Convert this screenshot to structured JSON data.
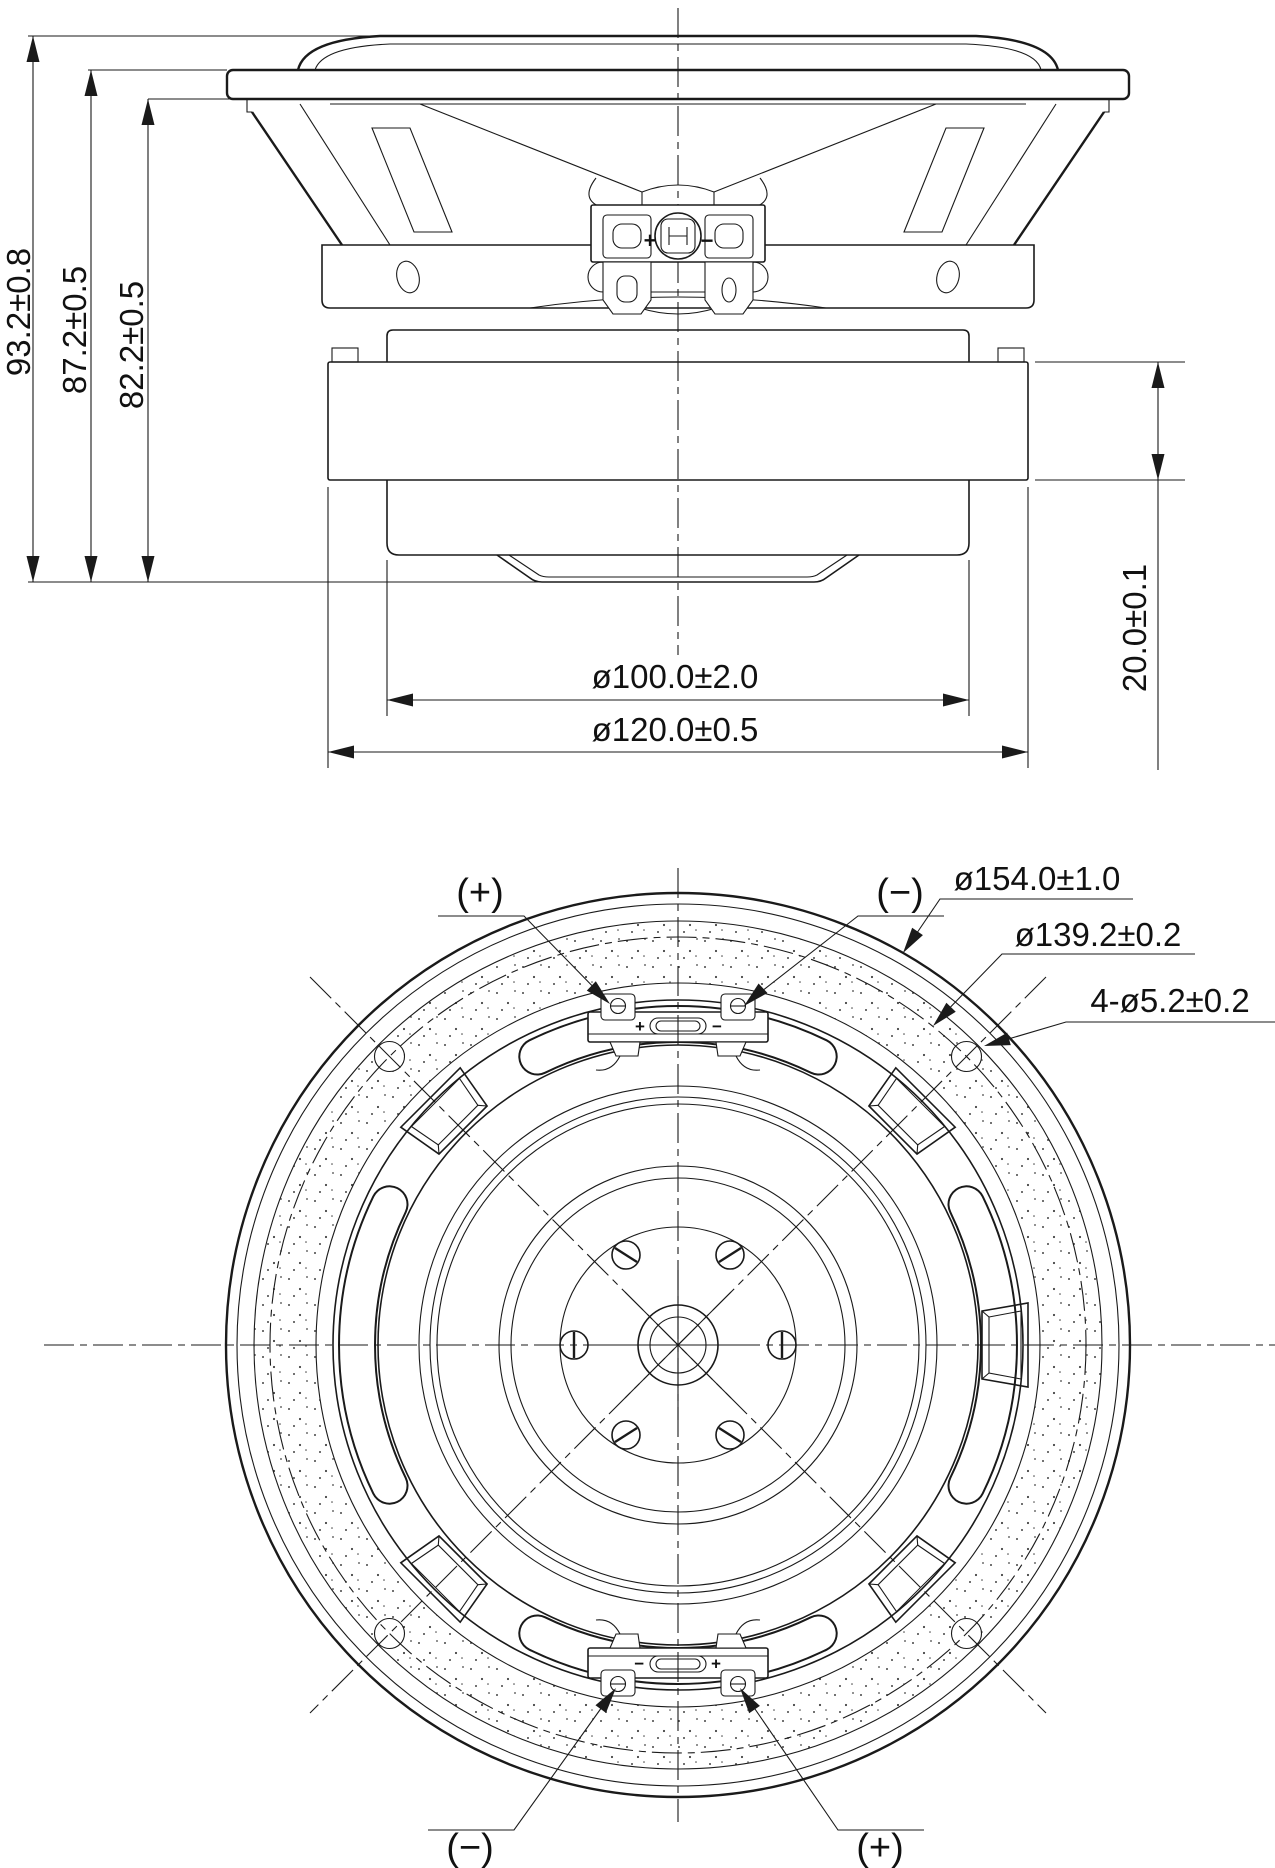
{
  "side_view": {
    "dims": {
      "total_height": "93.2±0.8",
      "height_to_flange_top": "87.2±0.5",
      "height_to_flange_bottom": "82.2±0.5",
      "magnet_height": "20.0±0.1",
      "plate_diameter": "ø100.0±2.0",
      "magnet_diameter": "ø120.0±0.5"
    },
    "terminal": {
      "plus": "+",
      "minus": "−"
    }
  },
  "rear_view": {
    "dims": {
      "outer_diameter": "ø154.0±1.0",
      "bolt_circle_diameter": "ø139.2±0.2",
      "mounting_holes": "4-ø5.2±0.2"
    },
    "polarity": {
      "top_plus": "(+)",
      "top_minus": "(−)",
      "bottom_minus": "(−)",
      "bottom_plus": "(+)"
    },
    "terminal": {
      "plus": "+",
      "minus": "−"
    }
  }
}
